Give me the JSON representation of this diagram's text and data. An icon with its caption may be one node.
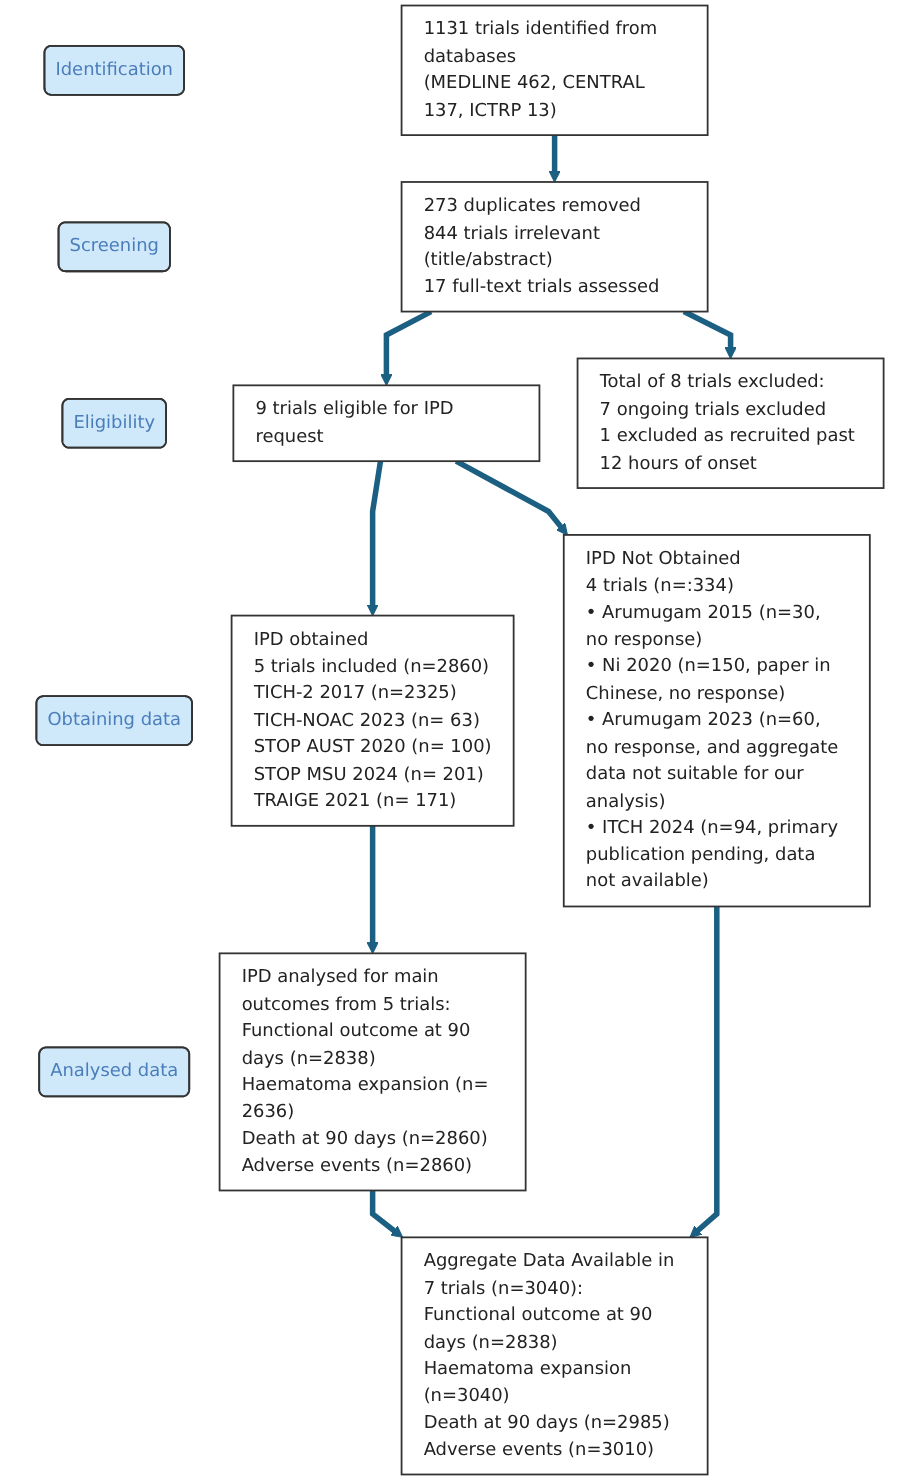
{
  "diagram": {
    "nodes": [
      {
        "text": [
          "Identification"
        ]
      },
      {
        "text": [
          "1131 trials identified from databases",
          "(MEDLINE 462, CENTRAL 137, ICTRP 13)"
        ]
      },
      {
        "text": [
          "Screening"
        ]
      },
      {
        "text": [
          "273 duplicates removed",
          "844 trials irrelevant (title/abstract)",
          "17 full-text trials assessed"
        ]
      },
      {
        "text": [
          "Total of 8 trials excluded:",
          "7 ongoing trials excluded",
          "1 excluded as recruited past 12 hours of onset"
        ]
      },
      {
        "text": [
          "Eligibility"
        ]
      },
      {
        "text": [
          "9 trials eligible for IPD request"
        ]
      },
      {
        "text": [
          "Obtaining data"
        ]
      },
      {
        "text": [
          "IPD obtained",
          "5 trials included (n=2860)",
          "TICH-2 2017 (n=2325)",
          "TICH-NOAC 2023 (n= 63)",
          "STOP AUST 2020 (n= 100)",
          "STOP MSU 2024 (n= 201)",
          "TRAIGE 2021 (n= 171)"
        ]
      },
      {
        "text": [
          "IPD Not Obtained",
          "4 trials (n=:334)",
          "• Arumugam 2015 (n=30, no response)",
          "• Ni 2020 (n=150, paper in Chinese, no response)",
          "• Arumugam 2023 (n=60, no response, and aggregate data not suitable for our analysis)",
          "• ITCH 2024 (n=94, primary publication pending, data not available)"
        ]
      },
      {
        "text": [
          "Analysed data"
        ]
      },
      {
        "text": [
          "IPD analysed for main outcomes from 5 trials:",
          "Functional outcome at 90 days (n=2838)",
          "Haematoma expansion (n= 2636)",
          "Death at 90 days (n=2860)",
          "Adverse events (n=2860)"
        ]
      },
      {
        "text": [
          "Aggregate Data Available in 7 trials (n=3040):",
          "Functional outcome at 90 days (n=2838)",
          "Haematoma expansion (n=3040)",
          "Death at 90 days (n=2985)",
          "Adverse events (n=3010)"
        ]
      }
    ],
    "edges": [
      {
        "from": 1,
        "to": 3,
        "arrow": "to"
      },
      {
        "from": 3,
        "to": 4,
        "arrow": "to"
      },
      {
        "from": 3,
        "to": 6,
        "arrow": "to"
      },
      {
        "from": 6,
        "to": 8,
        "arrow": "to"
      },
      {
        "from": 6,
        "to": 9,
        "arrow": "to"
      },
      {
        "from": 8,
        "to": 11,
        "arrow": "to"
      },
      {
        "from": 11,
        "to": 12,
        "arrow": "to"
      },
      {
        "from": 9,
        "to": 12,
        "arrow": "to"
      }
    ]
  }
}
